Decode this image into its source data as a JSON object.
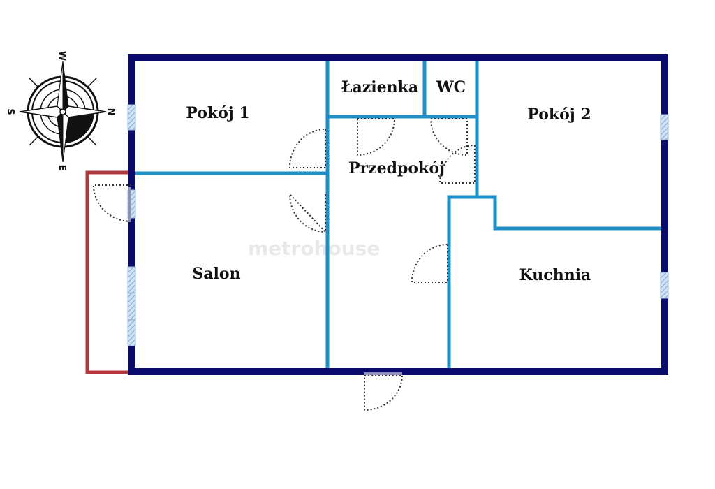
{
  "rooms": {
    "pokoj1": "Pokój 1",
    "lazienka": "Łazienka",
    "wc": "WC",
    "pokoj2": "Pokój 2",
    "przedpokoj": "Przedpokój",
    "salon": "Salon",
    "kuchnia": "Kuchnia"
  },
  "compass": {
    "north": "N",
    "south": "S",
    "east": "E",
    "west": "W"
  },
  "watermark": "metrohouse",
  "colors": {
    "outer_wall": "#0b0b6e",
    "inner_wall": "#1f8fc7",
    "balcony": "#b23a3a",
    "window": "#a9c7e6",
    "door_arc": "#333333"
  }
}
